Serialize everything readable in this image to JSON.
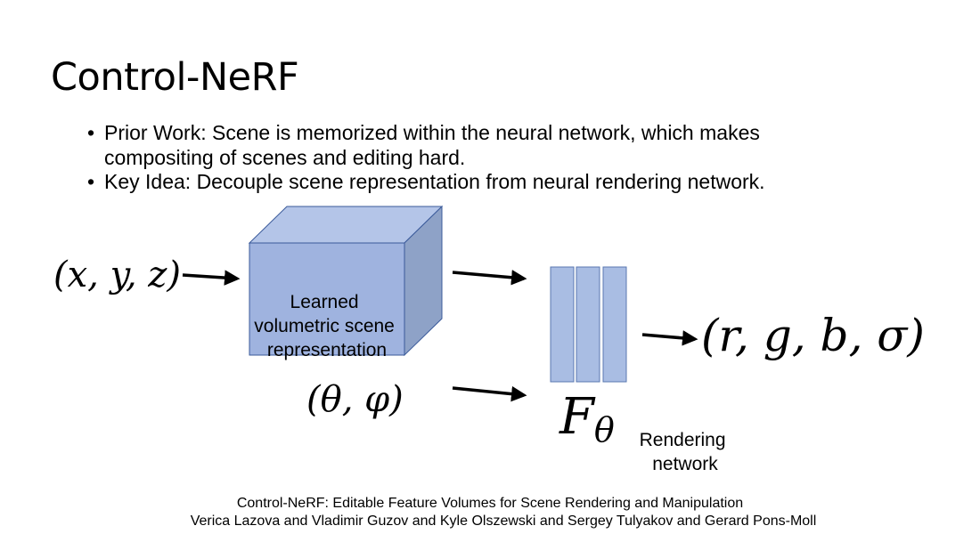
{
  "slide": {
    "title": "Control-NeRF"
  },
  "bullets": [
    {
      "text_line1": "Prior Work: Scene is memorized within the neural network, which makes",
      "text_line2": "compositing of scenes and editing hard."
    },
    {
      "text_line1": "Key Idea: Decouple scene representation from neural rendering network."
    }
  ],
  "diagram": {
    "input_position": "(x, y, z)",
    "input_direction": "(θ, φ)",
    "volume_label_lines": [
      "Learned",
      "volumetric scene",
      "representation"
    ],
    "network_symbol": "F",
    "network_subscript": "θ",
    "network_label_lines": [
      "Rendering",
      "network"
    ],
    "output": "(r, g, b, σ)",
    "colors": {
      "cube_front": "#9fb3df",
      "cube_top": "#b4c5e8",
      "cube_side": "#8ea2c7",
      "cube_edge": "#3a5a9a",
      "layer_fill": "#a9bde3",
      "layer_edge": "#5a78b0"
    }
  },
  "citation": {
    "line1": "Control-NeRF: Editable Feature Volumes for Scene Rendering and Manipulation",
    "line2": "Verica Lazova and Vladimir Guzov and Kyle Olszewski and Sergey Tulyakov and Gerard Pons-Moll"
  }
}
